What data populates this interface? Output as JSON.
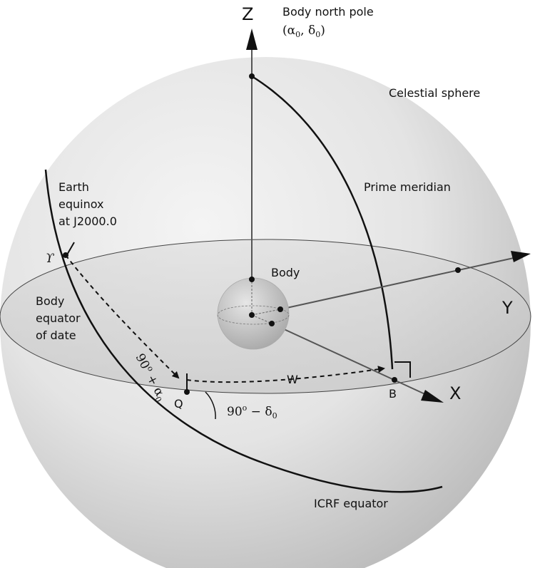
{
  "labels": {
    "z_axis": "Z",
    "y_axis": "Y",
    "x_axis": "X",
    "north_pole_line1": "Body north pole",
    "north_pole_alpha": "α",
    "north_pole_sub0": "0",
    "north_pole_comma": ",",
    "north_pole_delta": "δ",
    "north_pole_sub0b": "0",
    "celestial_sphere": "Celestial sphere",
    "prime_meridian": "Prime meridian",
    "earth_line1": "Earth",
    "earth_line2": "equinox",
    "earth_line3": "at J2000.0",
    "gamma": "ϒ",
    "body": "Body",
    "body_eq_line1": "Body",
    "body_eq_line2": "equator",
    "body_eq_line3": "of date",
    "arc_90": "90",
    "arc_deg": "o",
    "arc_plus": "+",
    "arc_alpha": "α",
    "arc_sub": "0",
    "w_label": "W",
    "q_label": "Q",
    "b_label": "B",
    "incl_90": "90",
    "incl_deg": "o",
    "incl_minus": "−",
    "incl_delta": "δ",
    "incl_sub": "0",
    "icrf_equator": "ICRF equator"
  }
}
